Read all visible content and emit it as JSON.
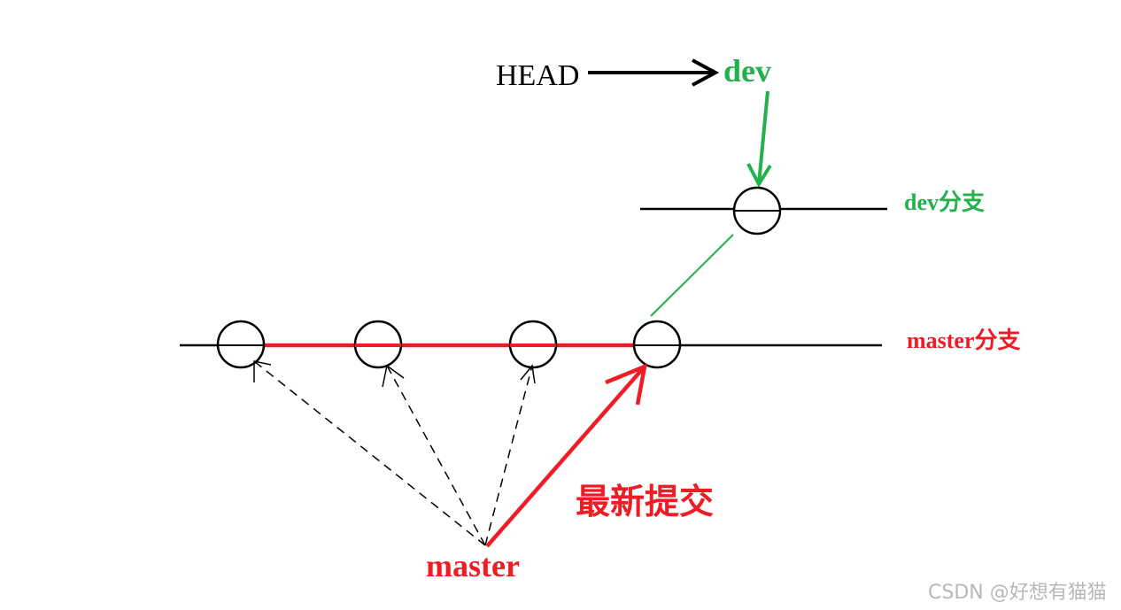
{
  "labels": {
    "head": "HEAD",
    "dev_pointer": "dev",
    "dev_branch": "dev分支",
    "master_branch": "master分支",
    "latest_commit": "最新提交",
    "master_pointer": "master",
    "watermark": "CSDN @好想有猫猫"
  },
  "colors": {
    "black": "#000000",
    "red": "#ee1c25",
    "green": "#22b14c",
    "dark_green": "#1e9a3a",
    "watermark": "#b8b8b8"
  }
}
